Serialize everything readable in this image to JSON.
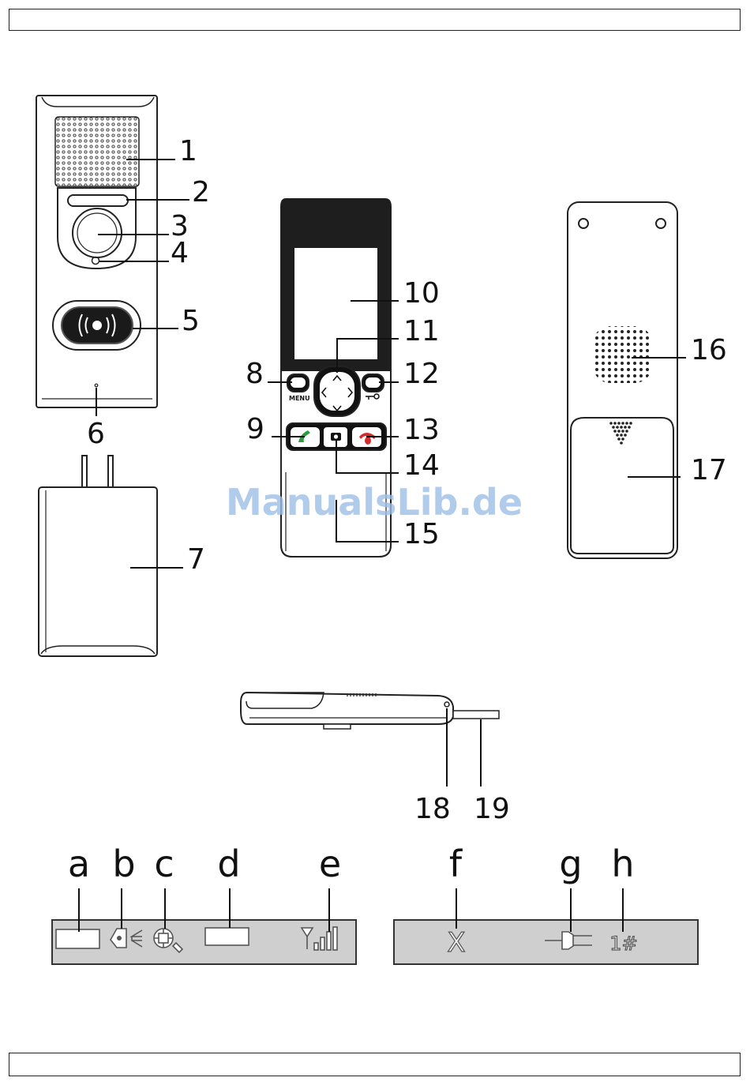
{
  "watermark": "ManualsLib.de",
  "callouts": [
    "1",
    "2",
    "3",
    "4",
    "5",
    "6",
    "7",
    "8",
    "9",
    "10",
    "11",
    "12",
    "13",
    "14",
    "15",
    "16",
    "17",
    "18",
    "19"
  ],
  "handset": {
    "menu_label": "MENU"
  },
  "display_icons": {
    "letters": [
      "a",
      "b",
      "c",
      "d",
      "e",
      "f",
      "g",
      "h"
    ],
    "f_glyph": "X",
    "h_text": "1#"
  },
  "colors": {
    "call_green": "#2f9a3e",
    "end_red": "#d42a2a",
    "watermark": "#9dbfe6",
    "lcd": "#cfcfcf"
  }
}
